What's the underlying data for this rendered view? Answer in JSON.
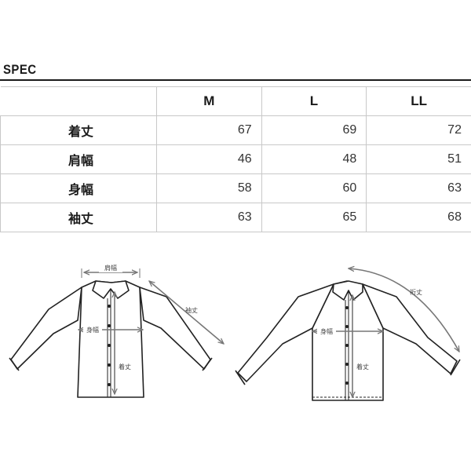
{
  "title": "SPEC",
  "table": {
    "columns": [
      "M",
      "L",
      "LL"
    ],
    "rows": [
      {
        "label": "着丈",
        "values": [
          "67",
          "69",
          "72"
        ]
      },
      {
        "label": "肩幅",
        "values": [
          "46",
          "48",
          "51"
        ]
      },
      {
        "label": "身幅",
        "values": [
          "58",
          "60",
          "63"
        ]
      },
      {
        "label": "袖丈",
        "values": [
          "63",
          "65",
          "68"
        ]
      }
    ]
  },
  "diagram_labels": {
    "shoulder": "肩幅",
    "sleeve": "袖丈",
    "body_width": "身幅",
    "length": "着丈",
    "yuki": "裄丈",
    "raglan_width": "身幅",
    "raglan_length": "着丈"
  }
}
